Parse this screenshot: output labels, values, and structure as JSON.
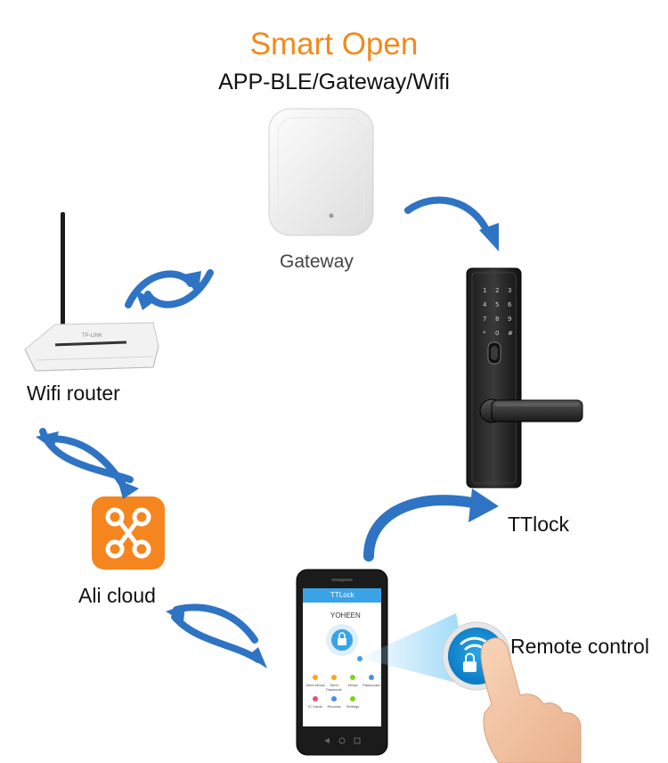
{
  "header": {
    "title": "Smart Open",
    "subtitle": "APP-BLE/Gateway/Wifi"
  },
  "nodes": {
    "gateway": "Gateway",
    "wifi_router": "Wifi router",
    "ali_cloud": "Ali cloud",
    "ttlock": "TTlock",
    "remote_control": "Remote control"
  },
  "phone": {
    "app_title": "TTLock",
    "lock_name": "YOHEEN",
    "menu": [
      "Send eKeys",
      "Send Passcode",
      "eKeys",
      "Passcodes",
      "IC Cards",
      "Records",
      "Settings"
    ]
  },
  "router_brand": "TP-LINK",
  "colors": {
    "title": "#f28a1c",
    "arrow": "#2f74c4",
    "ali_orange": "#f5861f",
    "app_blue": "#3aa3e8"
  }
}
